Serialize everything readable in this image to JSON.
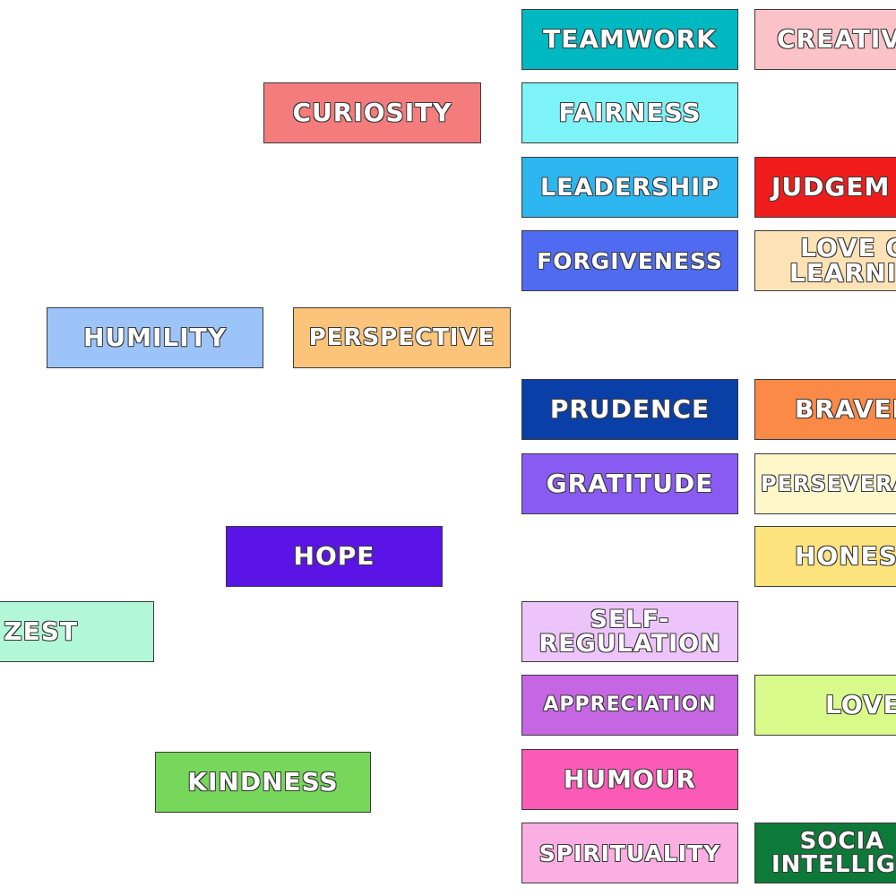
{
  "cards": {
    "teamwork": {
      "label": "TEAMWORK",
      "color": "#00b8c2"
    },
    "creativity": {
      "label": "CREATIVI",
      "color": "#fbc3c8"
    },
    "curiosity": {
      "label": "CURIOSITY",
      "color": "#f47c7c"
    },
    "fairness": {
      "label": "FAIRNESS",
      "color": "#7ef3f7"
    },
    "leadership": {
      "label": "LEADERSHIP",
      "color": "#2db6f0"
    },
    "judgement": {
      "label": "JUDGEM",
      "color": "#f01c1c"
    },
    "forgiveness": {
      "label": "FORGIVENESS",
      "color": "#4f6bf2"
    },
    "love_of_learning": {
      "label": "LOVE O\nLEARNIN",
      "color": "#fde2b6"
    },
    "humility": {
      "label": "HUMILITY",
      "color": "#9cc4f8"
    },
    "perspective": {
      "label": "PERSPECTIVE",
      "color": "#fbc47a"
    },
    "prudence": {
      "label": "PRUDENCE",
      "color": "#0b3fa8"
    },
    "bravery": {
      "label": "BRAVER",
      "color": "#fb8a47"
    },
    "gratitude": {
      "label": "GRATITUDE",
      "color": "#8a5bf2"
    },
    "perseverance": {
      "label": "PERSEVERA",
      "color": "#fdf7c9"
    },
    "hope": {
      "label": "HOPE",
      "color": "#5a14e6"
    },
    "honesty": {
      "label": "HONEST",
      "color": "#fde37e"
    },
    "zest": {
      "label": "ZEST",
      "color": "#b2f8d8"
    },
    "self_regulation": {
      "label": "SELF-\nREGULATION",
      "color": "#edc4fa"
    },
    "appreciation": {
      "label": "APPRECIATION",
      "color": "#c566e2"
    },
    "love": {
      "label": "LOVE",
      "color": "#d8fa8a"
    },
    "kindness": {
      "label": "KINDNESS",
      "color": "#76d75a"
    },
    "humour": {
      "label": "HUMOUR",
      "color": "#fb5ab6"
    },
    "spirituality": {
      "label": "SPIRITUALITY",
      "color": "#fbaee2"
    },
    "social_intelligence": {
      "label": "SOCIA\nINTELLIGE",
      "color": "#0d7a3a"
    }
  }
}
